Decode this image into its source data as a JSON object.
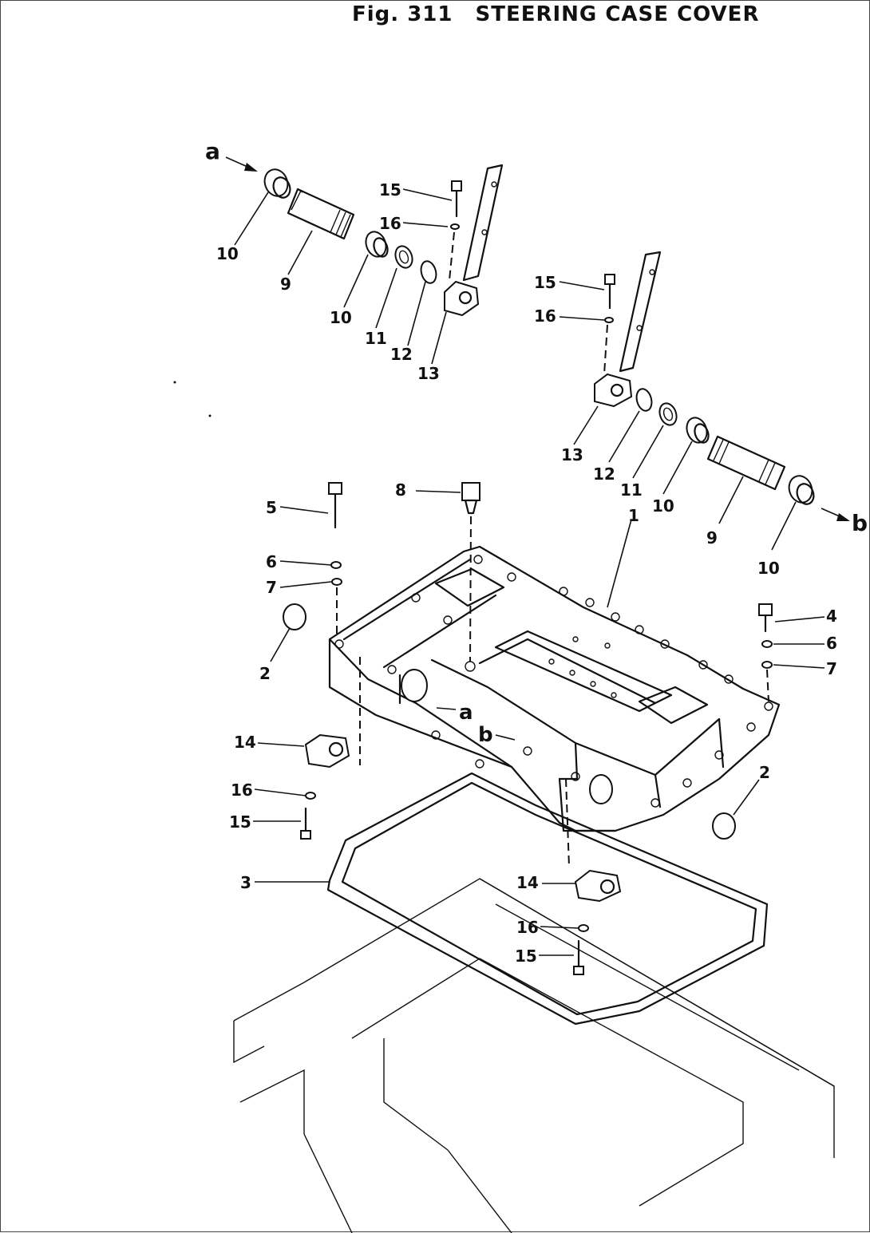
{
  "figure": {
    "number": "Fig. 311",
    "title": "STEERING CASE COVER"
  },
  "callouts": {
    "c1": "1",
    "c2a": "2",
    "c2b": "2",
    "c3": "3",
    "c4": "4",
    "c5": "5",
    "c6a": "6",
    "c6b": "6",
    "c7a": "7",
    "c7b": "7",
    "c8": "8",
    "c9a": "9",
    "c9b": "9",
    "c10a": "10",
    "c10b": "10",
    "c10c": "10",
    "c10d": "10",
    "c11a": "11",
    "c11b": "11",
    "c12a": "12",
    "c12b": "12",
    "c13a": "13",
    "c13b": "13",
    "c14a": "14",
    "c14b": "14",
    "c15a": "15",
    "c15b": "15",
    "c15c": "15",
    "c15d": "15",
    "c16a": "16",
    "c16b": "16",
    "c16c": "16",
    "c16d": "16"
  },
  "refs": {
    "a_top": "a",
    "b_right": "b",
    "a_mid": "a",
    "b_mid": "b"
  }
}
